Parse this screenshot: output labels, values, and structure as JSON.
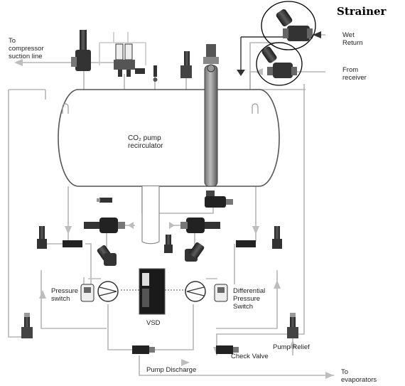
{
  "title": "Strainer",
  "vessel_label": "CO₂ pump\nrecirculator",
  "labels": {
    "to_compressor": "To\ncompressor\nsuction line",
    "wet_return": "Wet\nReturn",
    "from_receiver": "From\nreceiver",
    "pressure_switch": "Pressure\nswitch",
    "differential_pressure_switch": "Differential\nPressure\nSwitch",
    "vsd": "VSD",
    "pump_relief": "Pump Relief",
    "check_valve": "Check Valve",
    "pump_discharge": "Pump Discharge",
    "to_evaporators": "To\nevaporators"
  },
  "colors": {
    "pipe": "#b5b5b5",
    "valve_dark": "#2a2a2a",
    "valve_mid": "#6a6a6a",
    "vessel_fill": "#ffffff",
    "column_fill": "#8c8c8c",
    "highlight": "#000000"
  }
}
